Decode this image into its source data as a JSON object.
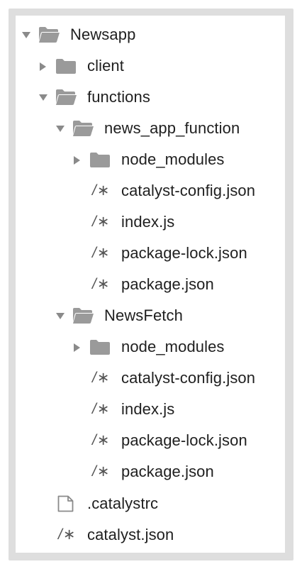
{
  "tree": {
    "root": {
      "label": "Newsapp",
      "expanded": true,
      "icon": "folder-open-icon"
    },
    "client": {
      "label": "client",
      "expanded": false,
      "icon": "folder-icon"
    },
    "functions": {
      "label": "functions",
      "expanded": true,
      "icon": "folder-open-icon"
    },
    "news_app_function": {
      "label": "news_app_function",
      "expanded": true,
      "icon": "folder-open-icon",
      "children": [
        {
          "label": "node_modules",
          "icon": "folder-icon"
        },
        {
          "label": "catalyst-config.json",
          "icon": "json-file-icon",
          "mark": "/∗"
        },
        {
          "label": "index.js",
          "icon": "js-file-icon",
          "mark": "/∗"
        },
        {
          "label": "package-lock.json",
          "icon": "json-file-icon",
          "mark": "/∗"
        },
        {
          "label": "package.json",
          "icon": "json-file-icon",
          "mark": "/∗"
        }
      ]
    },
    "newsfetch": {
      "label": "NewsFetch",
      "expanded": true,
      "icon": "folder-open-icon",
      "children": [
        {
          "label": "node_modules",
          "icon": "folder-icon"
        },
        {
          "label": "catalyst-config.json",
          "icon": "json-file-icon",
          "mark": "/∗"
        },
        {
          "label": "index.js",
          "icon": "js-file-icon",
          "mark": "/∗"
        },
        {
          "label": "package-lock.json",
          "icon": "json-file-icon",
          "mark": "/∗"
        },
        {
          "label": "package.json",
          "icon": "json-file-icon",
          "mark": "/∗"
        }
      ]
    },
    "catalystrc": {
      "label": ".catalystrc",
      "icon": "file-icon"
    },
    "catalyst_json": {
      "label": "catalyst.json",
      "icon": "json-file-icon",
      "mark": "/∗"
    }
  },
  "colors": {
    "panel_border": "#dedede",
    "folder_fill": "#9a9a9a",
    "chevron": "#8a8a8a",
    "text": "#1f1f1f"
  }
}
